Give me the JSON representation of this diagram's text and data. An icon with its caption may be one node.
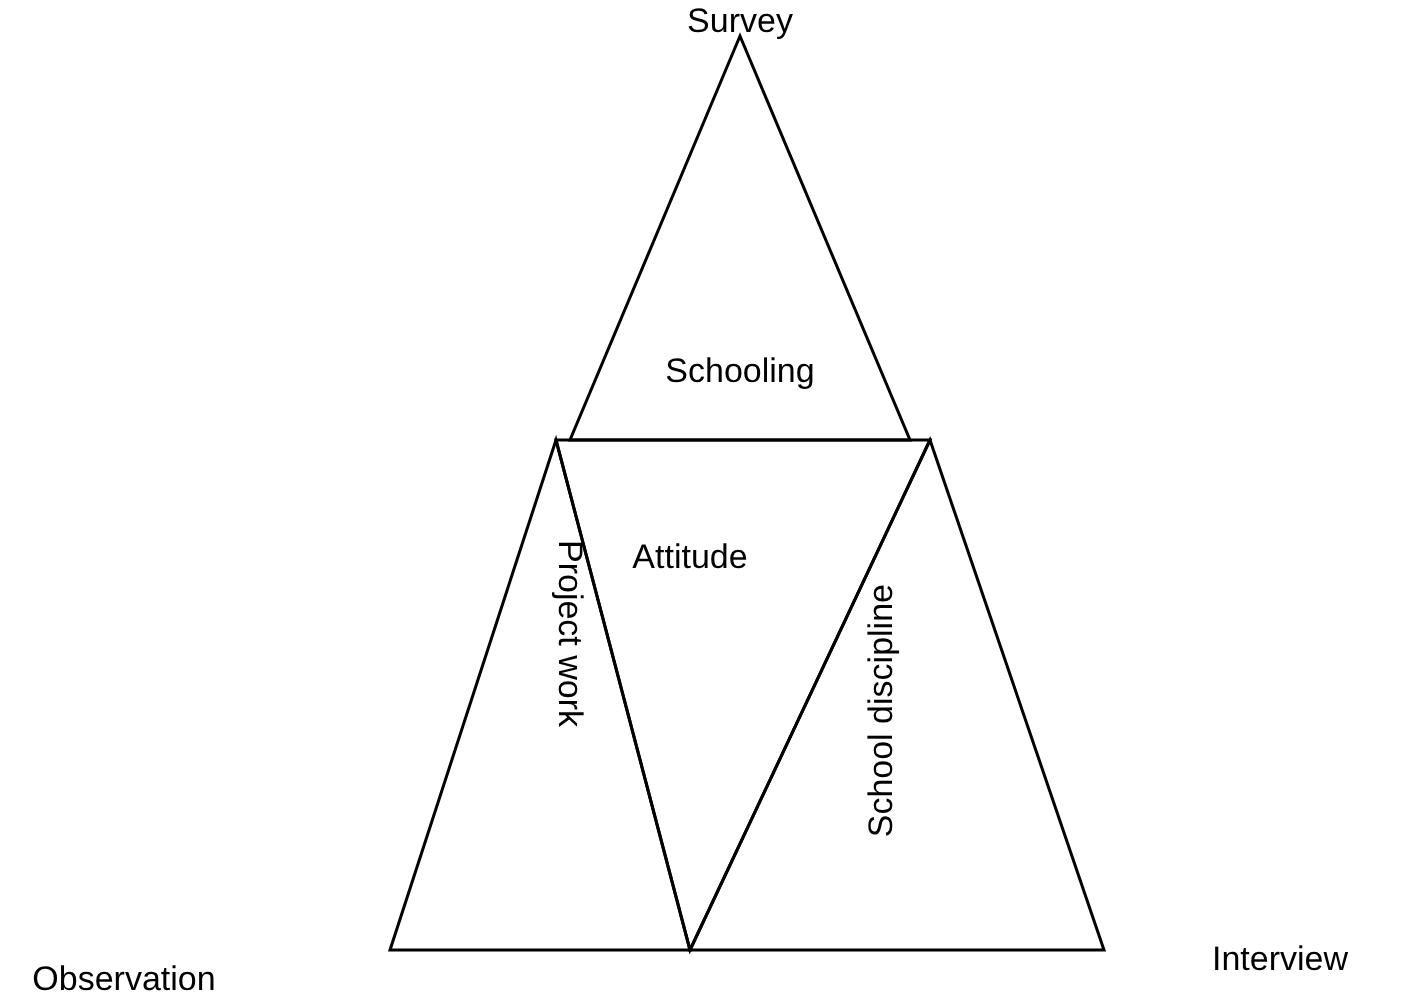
{
  "diagram": {
    "nodes": [
      {
        "text": [
          "Schooling"
        ]
      },
      {
        "text": [
          "Attitude"
        ]
      },
      {
        "text": [
          "Project work"
        ]
      },
      {
        "text": [
          "School discipline"
        ]
      }
    ],
    "labels": [
      "Survey",
      "Observation",
      "Interview"
    ]
  }
}
